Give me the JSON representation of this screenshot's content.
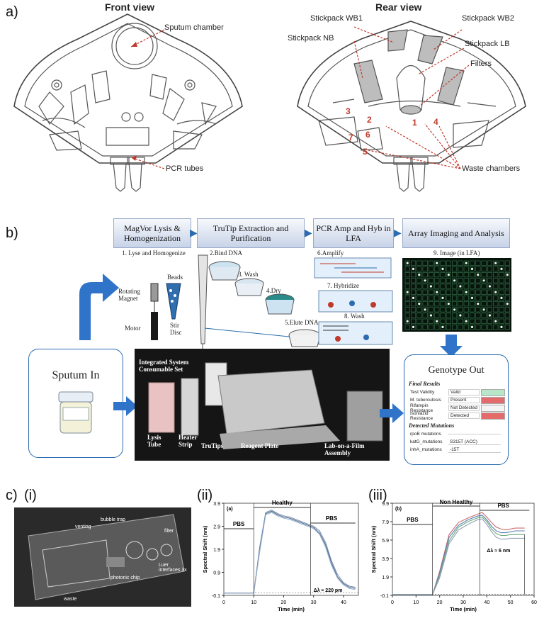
{
  "panel_a": {
    "label": "a)",
    "front_title": "Front view",
    "rear_title": "Rear view",
    "front_labels": {
      "sputum": "Sputum chamber",
      "pcr": "PCR tubes"
    },
    "rear_labels": {
      "wb1": "Stickpack WB1",
      "wb2": "Stickpack WB2",
      "nb": "Stickpack NB",
      "lb": "Stickpack LB",
      "filters": "Filters",
      "waste": "Waste chambers"
    },
    "numbers": [
      "1",
      "2",
      "3",
      "4",
      "5",
      "6",
      "7"
    ]
  },
  "panel_b": {
    "label": "b)",
    "headers": [
      "MagVor Lysis & Homogenization",
      "TruTip Extraction and Purification",
      "PCR Amp and Hyb in LFA",
      "Array Imaging and Analysis"
    ],
    "steps": {
      "s1": "1. Lyse and Homogenize",
      "beads": "Beads",
      "rot": "Rotating Magnet",
      "stir": "Stir Disc",
      "motor": "Motor",
      "s2": "2.Bind DNA",
      "s3": "3. Wash",
      "s4": "4.Dry",
      "s5": "5.Elute DNA",
      "s6": "6.Amplify",
      "s7": "7. Hybridize",
      "s8": "8. Wash",
      "s9": "9. Image (in LFA)"
    },
    "sputum_in": "Sputum In",
    "genotype_out": "Genotype Out",
    "photo_labels": {
      "title": "Integrated System Consumable Set",
      "lysis": "Lysis Tube",
      "heater": "Heater Strip",
      "trutips": "TruTips",
      "reagent": "Reagent Plate",
      "lab": "Lab-on-a-Film Assembly"
    },
    "results": {
      "final_title": "Final Results",
      "rows": [
        {
          "name": "Test Validity",
          "value": "Valid",
          "color": "#b8e6c9"
        },
        {
          "name": "M. tuberculosis",
          "value": "Present",
          "color": "#e36b6b"
        },
        {
          "name": "Rifampin Resistance",
          "value": "Not Detected",
          "color": "#f4f4f4"
        },
        {
          "name": "Isoniazid Resistance",
          "value": "Detected",
          "color": "#e36b6b"
        }
      ],
      "mut_title": "Detected Mutations",
      "mutations": [
        {
          "name": "rpoB mutations",
          "value": ""
        },
        {
          "name": "katG_mutations",
          "value": "S315T (ACC)"
        },
        {
          "name": "inhA_mutations",
          "value": "-15T"
        }
      ]
    }
  },
  "panel_c": {
    "label": "c)",
    "sub_i": "(i)",
    "sub_ii": "(ii)",
    "sub_iii": "(iii)",
    "chip_labels": {
      "bubble": "bubble trap",
      "venting": "venting",
      "filter": "filter",
      "luer": "Luer interfaces 3x",
      "photonic": "photonic chip",
      "waste": "waste"
    },
    "chart_ii_tag": "(a)",
    "chart_iii_tag": "(b)"
  },
  "chart_data": [
    {
      "type": "line",
      "title": "",
      "xlabel": "Time (min)",
      "ylabel": "Spectral Shift (nm)",
      "xlim": [
        0,
        45
      ],
      "ylim": [
        -0.1,
        3.9
      ],
      "xticks": [
        "0",
        "10",
        "20",
        "30",
        "40"
      ],
      "yticks": [
        "-0.1",
        "0.9",
        "1.9",
        "2.9",
        "3.9"
      ],
      "annotations": [
        "PBS",
        "Healthy",
        "PBS",
        "Δλ ≈ 220 pm"
      ],
      "x": [
        0,
        5,
        10,
        12,
        14,
        16,
        18,
        20,
        22,
        24,
        26,
        28,
        30,
        32,
        34,
        36,
        38,
        40,
        42,
        44
      ],
      "series": [
        {
          "values": [
            0,
            0,
            0,
            2.0,
            3.5,
            3.6,
            3.45,
            3.35,
            3.3,
            3.2,
            3.1,
            3.0,
            2.9,
            2.7,
            2.2,
            1.4,
            0.8,
            0.45,
            0.3,
            0.25
          ]
        },
        {
          "values": [
            0,
            0,
            0,
            1.9,
            3.45,
            3.55,
            3.4,
            3.3,
            3.25,
            3.15,
            3.05,
            2.95,
            2.85,
            2.6,
            2.1,
            1.3,
            0.7,
            0.4,
            0.25,
            0.2
          ]
        },
        {
          "values": [
            0,
            0,
            0,
            1.8,
            3.4,
            3.5,
            3.35,
            3.25,
            3.2,
            3.1,
            3.0,
            2.9,
            2.8,
            2.55,
            2.0,
            1.2,
            0.65,
            0.35,
            0.2,
            0.15
          ]
        }
      ]
    },
    {
      "type": "line",
      "title": "",
      "xlabel": "Time (min)",
      "ylabel": "Spectral Shift (nm)",
      "xlim": [
        0,
        60
      ],
      "ylim": [
        -0.1,
        9.9
      ],
      "xticks": [
        "0",
        "10",
        "20",
        "30",
        "40",
        "50",
        "60"
      ],
      "yticks": [
        "-0.1",
        "1.9",
        "3.9",
        "5.9",
        "7.9",
        "9.9"
      ],
      "annotations": [
        "PBS",
        "Non Healthy",
        "PBS",
        "Δλ ≈ 6 nm"
      ],
      "x": [
        0,
        10,
        17,
        20,
        24,
        28,
        32,
        36,
        38,
        40,
        42,
        44,
        46,
        48,
        50,
        52,
        56
      ],
      "series": [
        {
          "values": [
            0,
            0,
            0,
            2.5,
            6.5,
            7.8,
            8.3,
            8.7,
            8.9,
            8.4,
            7.8,
            7.3,
            7.1,
            7.0,
            7.1,
            7.2,
            7.2
          ]
        },
        {
          "values": [
            0,
            0,
            0,
            2.3,
            6.2,
            7.5,
            8.1,
            8.5,
            8.6,
            8.1,
            7.4,
            6.9,
            6.7,
            6.7,
            6.8,
            6.9,
            6.9
          ]
        },
        {
          "values": [
            0,
            0,
            0,
            2.0,
            5.8,
            7.3,
            7.9,
            8.3,
            8.4,
            7.9,
            7.1,
            6.6,
            6.4,
            6.4,
            6.5,
            6.5,
            6.5
          ]
        },
        {
          "values": [
            0,
            0,
            0,
            1.8,
            5.5,
            7.0,
            7.6,
            8.1,
            8.2,
            7.6,
            6.8,
            6.2,
            6.0,
            6.0,
            6.1,
            6.1,
            6.1
          ]
        }
      ]
    }
  ]
}
